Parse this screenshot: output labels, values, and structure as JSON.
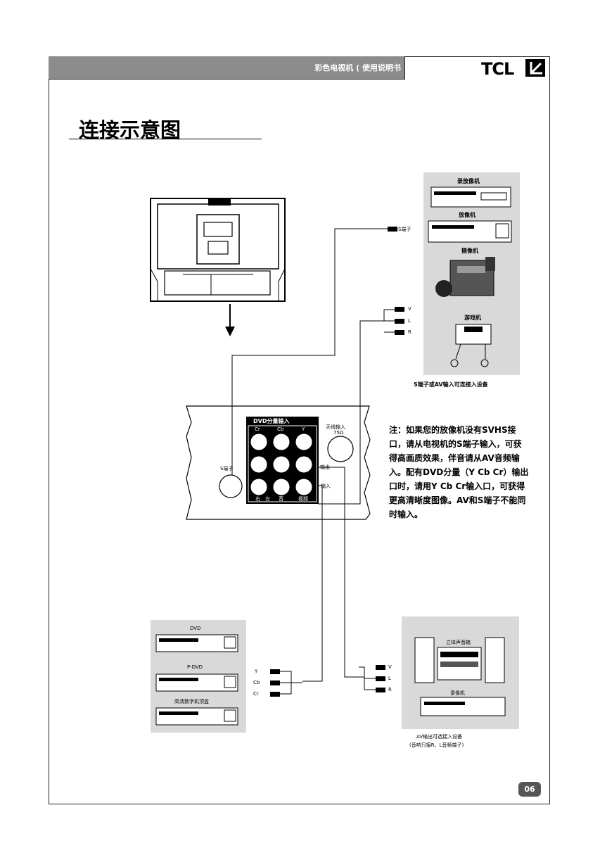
{
  "header": {
    "subtitle": "彩色电视机 ( 使用说明书",
    "brand": "TCL"
  },
  "title": "连接示意图",
  "source_devices": {
    "vcr": "录放像机",
    "video_player": "放像机",
    "camcorder": "摄像机",
    "game": "游戏机",
    "caption": "S端子或AV输入可连接入设备",
    "s_label": "S端子",
    "av_labels": [
      "V",
      "L",
      "R"
    ]
  },
  "tv_panel": {
    "dvd_title": "DVD分量输入",
    "cr": "Cr",
    "cb": "Cb",
    "y": "Y",
    "antenna": "天线输入",
    "antenna_ohm": "75Ω",
    "s_terminal": "S端子",
    "out_label": "输出",
    "in_label": "输入",
    "bottom_labels": [
      "右",
      "左",
      "音",
      "视频"
    ]
  },
  "note": "注：如果您的放像机没有SVHS接口，请从电视机的S端子输入，可获得高画质效果，伴音请从AV音频输入。配有DVD分量（Y Cb Cr）输出口时，请用Y Cb Cr输入口，可获得更高清晰度图像。AV和S端子不能同时输入。",
  "dvd_devices": {
    "dvd": "DVD",
    "pdvd": "P-DVD",
    "stb": "高清数字机顶盒",
    "component_labels": [
      "Y",
      "Cb",
      "Cr"
    ]
  },
  "audio_devices": {
    "stereo": "立体声音箱",
    "recorder": "录像机",
    "av_labels": [
      "V",
      "L",
      "R"
    ],
    "caption1": "AV输出可选接入设备",
    "caption2": "(音响只接R、L音频端子)"
  },
  "page_number": "06"
}
